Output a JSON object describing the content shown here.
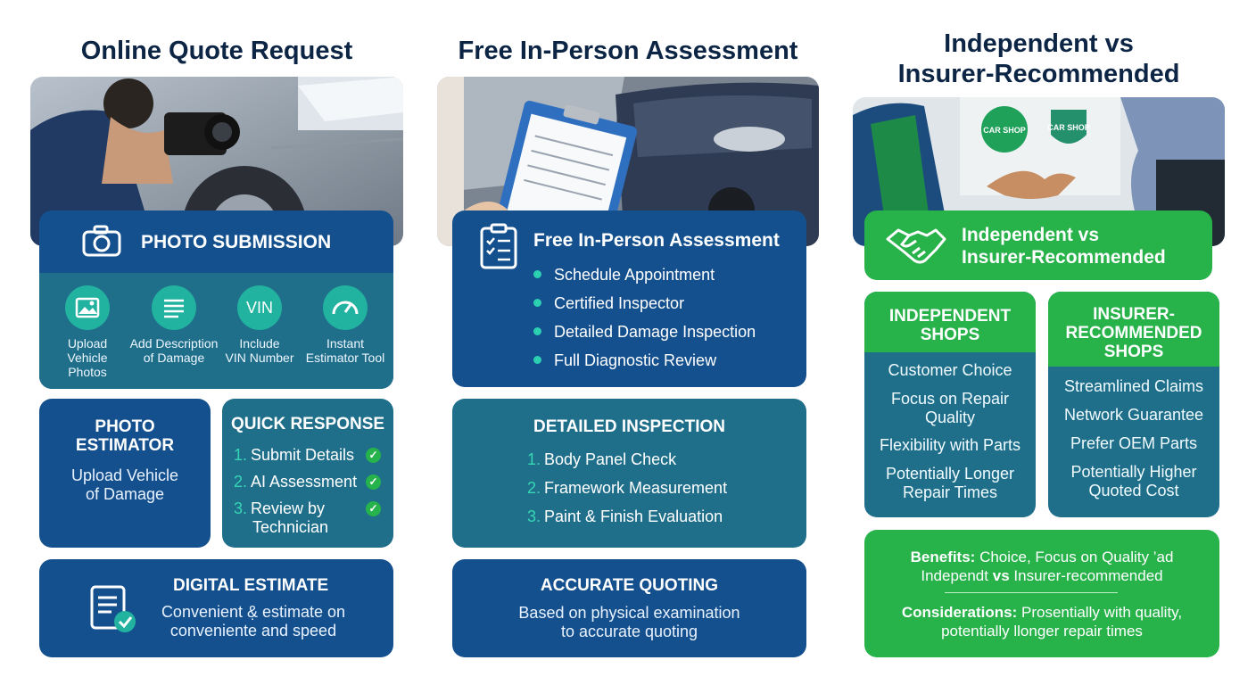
{
  "columns": {
    "online": {
      "title": "Online Quote Request",
      "photo_section": {
        "title": "PHOTO SUBMISSION",
        "features": [
          {
            "icon": "image-icon",
            "label_line1": "Upload",
            "label_line2": "Vehicle",
            "label_line3": "Photos"
          },
          {
            "icon": "description-icon",
            "label_line1": "Add Description",
            "label_line2": "of Damage"
          },
          {
            "icon": "vin-icon",
            "badge": "VIN",
            "label_line1": "Include",
            "label_line2": "VIN Number"
          },
          {
            "icon": "gauge-icon",
            "label_line1": "Instant",
            "label_line2": "Estimator Tool"
          }
        ]
      },
      "estimator": {
        "title_line1": "PHOTO",
        "title_line2": "ESTIMATOR",
        "body_line1": "Upload Vehicle",
        "body_line2": "of Damage"
      },
      "quick_response": {
        "title": "QUICK RESPONSE",
        "steps": [
          {
            "num": "1.",
            "line1": "Submit Details"
          },
          {
            "num": "2.",
            "line1": "AI Assessment"
          },
          {
            "num": "3.",
            "line1": "Review by",
            "line2": "Technician"
          }
        ]
      },
      "digital_estimate": {
        "title": "DIGITAL ESTIMATE",
        "body_line1": "Convenient &̣ estimate on",
        "body_line2": "conveniente and speed"
      }
    },
    "inperson": {
      "title": "Free In-Person Assessment",
      "assessment": {
        "title": "Free In-Person Assessment",
        "items": [
          "Schedule Appointment",
          "Certified Inspector",
          "Detailed Damage Inspection",
          "Full Diagnostic Review"
        ]
      },
      "inspection": {
        "title": "DETAILED INSPECTION",
        "steps": [
          {
            "num": "1.",
            "text": "Body Panel Check"
          },
          {
            "num": "2.",
            "text": "Framework Measurement"
          },
          {
            "num": "3.",
            "text": "Paint & Finish Evaluation"
          }
        ]
      },
      "quoting": {
        "title": "ACCURATE QUOTING",
        "body_line1": "Based on physical examination",
        "body_line2": "to accurate quoting"
      }
    },
    "comparison": {
      "title_line1": "Independent vs",
      "title_line2": "Insurer-Recommended",
      "photo_signs": [
        "CAR SHOP",
        "CAR SHOP"
      ],
      "banner": {
        "line1": "Independent vs",
        "line2": "Insurer-Recommended"
      },
      "independent": {
        "title_line1": "INDEPENDENT",
        "title_line2": "SHOPS",
        "items": [
          {
            "line1": "Customer Choice"
          },
          {
            "line1": "Focus on Repair",
            "line2": "Quality"
          },
          {
            "line1": "Flexibility with Parts"
          },
          {
            "line1": "Potentially Longer",
            "line2": "Repair Times"
          }
        ]
      },
      "insurer": {
        "title_line1": "INSURER-",
        "title_line2": "RECOMMENDED",
        "title_line3": "SHOPS",
        "items": [
          {
            "line1": "Streamlined Claims"
          },
          {
            "line1": "Network Guarantee"
          },
          {
            "line1": "Prefer OEM Parts"
          },
          {
            "line1": "Potentially Higher",
            "line2": "Quoted Cost"
          }
        ]
      },
      "summary": {
        "benefits_label": "Benefits:",
        "benefits_line1": "Choice, Focus on Quality ’ad",
        "benefits_line2a": "Independt",
        "benefits_line2b": "vs",
        "benefits_line2c": "Insurer-recommended",
        "considerations_label": "Considerations:",
        "considerations_line1": "Prosentially with quality,",
        "considerations_line2": "potentially llonger repair times"
      }
    }
  },
  "colors": {
    "navy": "#14508e",
    "teal": "#1f6f8b",
    "green": "#27b24a",
    "title": "#0d2545",
    "accent": "#2bd0b0"
  }
}
